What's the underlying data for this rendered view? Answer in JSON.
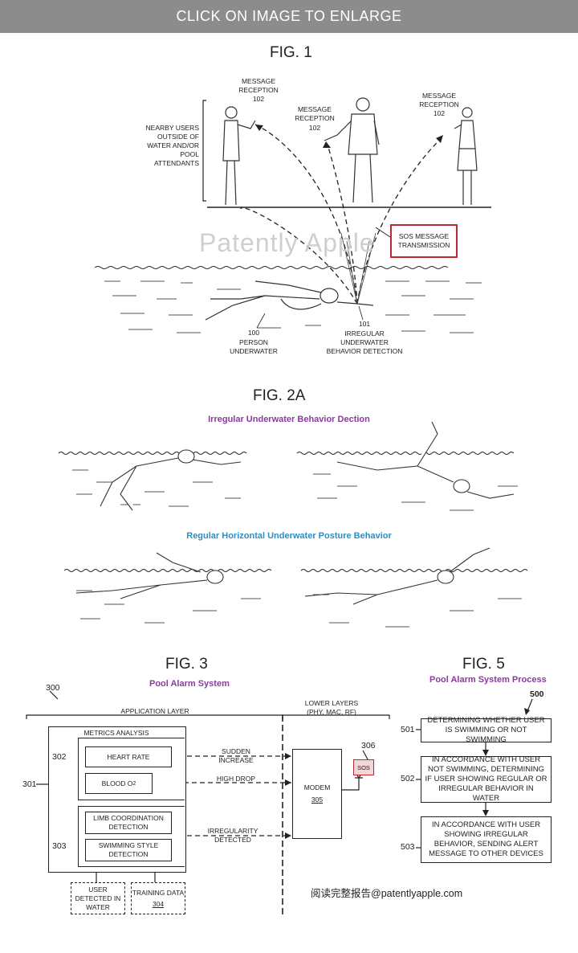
{
  "banner": {
    "text": "CLICK ON IMAGE TO ENLARGE"
  },
  "fig1": {
    "title": "FIG. 1",
    "nearby_users": "NEARBY USERS OUTSIDE OF WATER AND/OR POOL ATTENDANTS",
    "recv_left": {
      "label": "MESSAGE RECEPTION",
      "num": "102"
    },
    "recv_mid": {
      "label": "MESSAGE RECEPTION",
      "num": "102"
    },
    "recv_right": {
      "label": "MESSAGE RECEPTION",
      "num": "102"
    },
    "sos_box": "SOS MESSAGE TRANSMISSION",
    "watermark": "Patently Apple",
    "person": {
      "num": "100",
      "label": "PERSON UNDERWATER"
    },
    "detection": {
      "num": "101",
      "label": "IRREGULAR UNDERWATER BEHAVIOR DETECTION"
    },
    "colors": {
      "sos_border": "#c0282e"
    }
  },
  "fig2a": {
    "title": "FIG. 2A",
    "irregular_heading": "Irregular Underwater Behavior Dection",
    "regular_heading": "Regular Horizontal Underwater Posture Behavior",
    "colors": {
      "irregular": "#8b3a9e",
      "regular": "#2b8fc4"
    }
  },
  "fig3": {
    "title": "FIG. 3",
    "subtitle": "Pool Alarm System",
    "ref_300": "300",
    "app_layer": "APPLICATION LAYER",
    "lower_layers": "LOWER LAYERS (PHY, MAC, RF)",
    "metrics": "METRICS ANALYSIS",
    "ref_301": "301",
    "ref_302": "302",
    "ref_303": "303",
    "heart_rate": "HEART RATE",
    "blood_o2": "BLOOD O",
    "blood_o2_sub": "2",
    "limb": "LIMB COORDINATION DETECTION",
    "style": "SWIMMING STYLE DETECTION",
    "sudden": "SUDDEN INCREASE",
    "high_drop": "HIGH DROP",
    "irregularity": "IRREGULARITY DETECTED",
    "modem": "MODEM",
    "modem_num": "305",
    "sos": "SOS",
    "ref_306": "306",
    "user_in_water": "USER DETECTED IN WATER",
    "training": "TRAINING DATA",
    "training_num": "304",
    "colors": {
      "subtitle": "#8b3a9e",
      "sos_fill": "#f3d6d6",
      "sos_border": "#c0282e"
    }
  },
  "fig5": {
    "title": "FIG. 5",
    "subtitle": "Pool Alarm System Process",
    "ref_500": "500",
    "steps": [
      {
        "num": "501",
        "text": "DETERMINING WHETHER USER IS SWIMMING OR NOT SWIMMING"
      },
      {
        "num": "502",
        "text": "IN ACCORDANCE WITH USER NOT SWIMMING, DETERMINING IF USER SHOWING REGULAR OR IRREGULAR BEHAVIOR IN WATER"
      },
      {
        "num": "503",
        "text": "IN ACCORDANCE WITH USER SHOWING IRREGULAR BEHAVIOR, SENDING ALERT MESSAGE TO OTHER DEVICES"
      }
    ]
  },
  "footer": {
    "text": "阅读完整报告@patentlyapple.com"
  }
}
